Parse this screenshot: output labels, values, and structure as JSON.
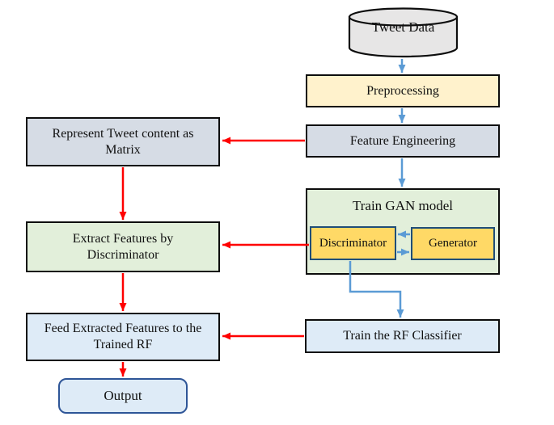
{
  "colors": {
    "flow_blue": "#5B9BD5",
    "flow_red": "#FF0000",
    "cream": "#FFF2CC",
    "blue_gray": "#D6DCE5",
    "green": "#E2EFDA",
    "light_blue": "#DEEBF7",
    "gold": "#FFD966",
    "gold_border": "#1F4E79",
    "output_border": "#2E5597",
    "gray": "#E7E6E6"
  },
  "nodes": {
    "tweet_data": {
      "label": "Tweet Data",
      "shape": "cylinder"
    },
    "preprocessing": {
      "label": "Preprocessing"
    },
    "feature_engineering": {
      "label": "Feature Engineering"
    },
    "train_gan": {
      "label": "Train GAN model"
    },
    "discriminator": {
      "label": "Discriminator"
    },
    "generator": {
      "label": "Generator"
    },
    "train_rf_classifier": {
      "label": "Train the RF Classifier"
    },
    "represent_matrix": {
      "label": "Represent Tweet content as Matrix"
    },
    "extract_features": {
      "label": "Extract Features by Discriminator"
    },
    "feed_features": {
      "label": "Feed Extracted Features to the Trained RF"
    },
    "output": {
      "label": "Output"
    }
  },
  "edges": [
    {
      "from": "tweet_data",
      "to": "preprocessing",
      "color": "blue"
    },
    {
      "from": "preprocessing",
      "to": "feature_engineering",
      "color": "blue"
    },
    {
      "from": "feature_engineering",
      "to": "train_gan",
      "color": "blue"
    },
    {
      "from": "generator",
      "to": "discriminator",
      "color": "blue"
    },
    {
      "from": "discriminator",
      "to": "generator",
      "color": "blue"
    },
    {
      "from": "discriminator",
      "to": "train_rf_classifier",
      "color": "blue"
    },
    {
      "from": "feature_engineering",
      "to": "represent_matrix",
      "color": "red"
    },
    {
      "from": "represent_matrix",
      "to": "extract_features",
      "color": "red"
    },
    {
      "from": "discriminator",
      "to": "extract_features",
      "color": "red"
    },
    {
      "from": "extract_features",
      "to": "feed_features",
      "color": "red"
    },
    {
      "from": "train_rf_classifier",
      "to": "feed_features",
      "color": "red"
    },
    {
      "from": "feed_features",
      "to": "output",
      "color": "red"
    }
  ]
}
